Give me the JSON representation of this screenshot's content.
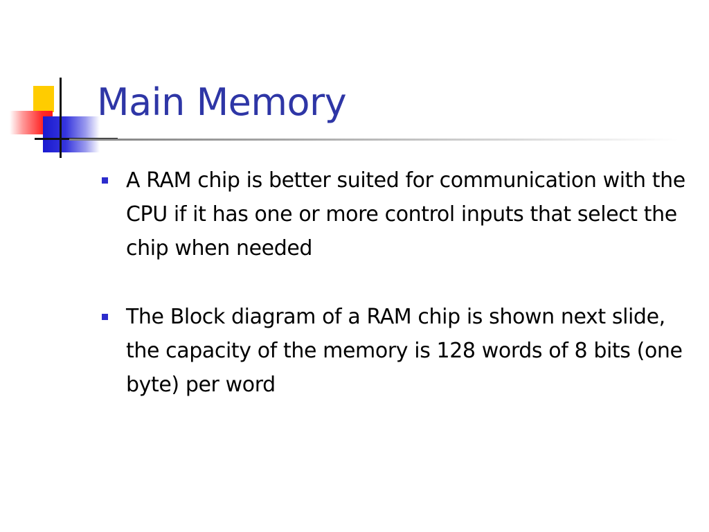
{
  "slide": {
    "title": "Main Memory",
    "accent_color": "#2e36a6",
    "bullet_color": "#2c2ccc",
    "bullets": [
      {
        "text": "A RAM chip is better suited for communication with the CPU if it has one or more control inputs that select the chip when needed"
      },
      {
        "text": "The Block diagram of a RAM chip is shown next slide, the capacity of the memory is 128 words of 8 bits (one byte) per word"
      }
    ]
  }
}
